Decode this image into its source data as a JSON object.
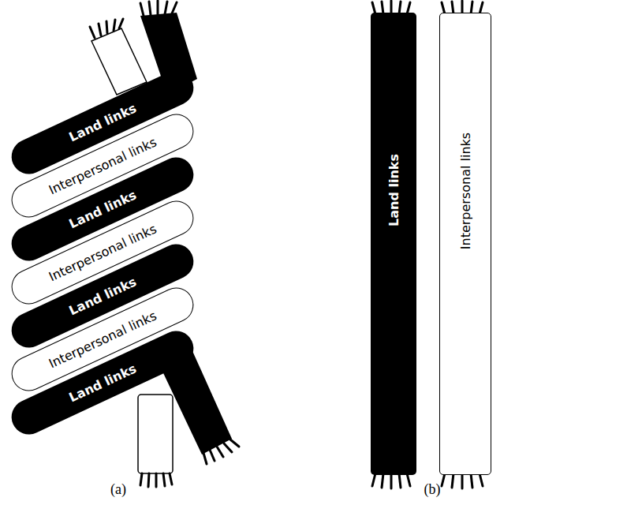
{
  "diagram": {
    "nodes": [
      {
        "text": [
          "Land links"
        ]
      },
      {
        "text": [
          "Interpersonal links"
        ]
      },
      {
        "text": [
          "Land links"
        ]
      },
      {
        "text": [
          "Interpersonal links"
        ]
      },
      {
        "text": [
          "Land links"
        ]
      },
      {
        "text": [
          "Interpersonal links"
        ]
      },
      {
        "text": [
          "Land links"
        ]
      },
      {
        "text": [
          "Land links"
        ]
      },
      {
        "text": [
          "Interpersonal links"
        ]
      }
    ],
    "edges": [],
    "labels": [
      "(a)",
      "(b)"
    ]
  }
}
